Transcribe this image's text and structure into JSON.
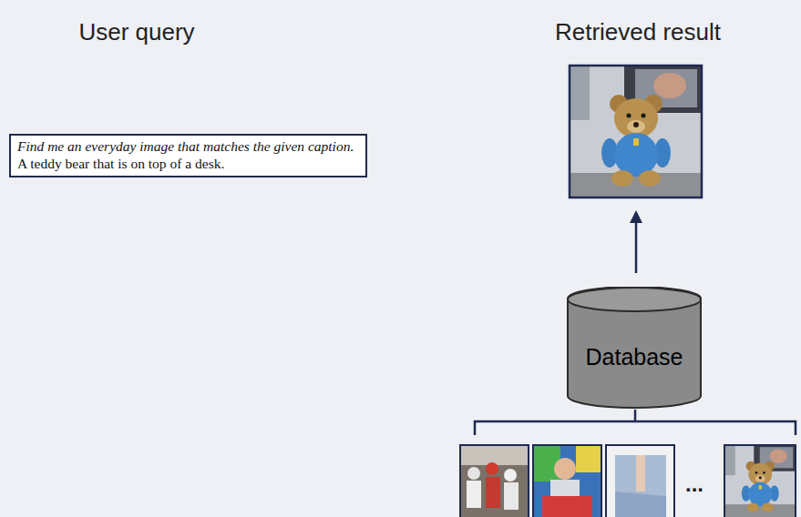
{
  "diagram": {
    "nodes": [
      {
        "text": [
          "Find me an everyday image that matches the given caption.",
          "A teddy bear that is on top of a desk."
        ]
      },
      {
        "text": [
          "Database"
        ]
      }
    ],
    "labels": [
      "User query",
      "Retrieved result",
      "..."
    ]
  }
}
